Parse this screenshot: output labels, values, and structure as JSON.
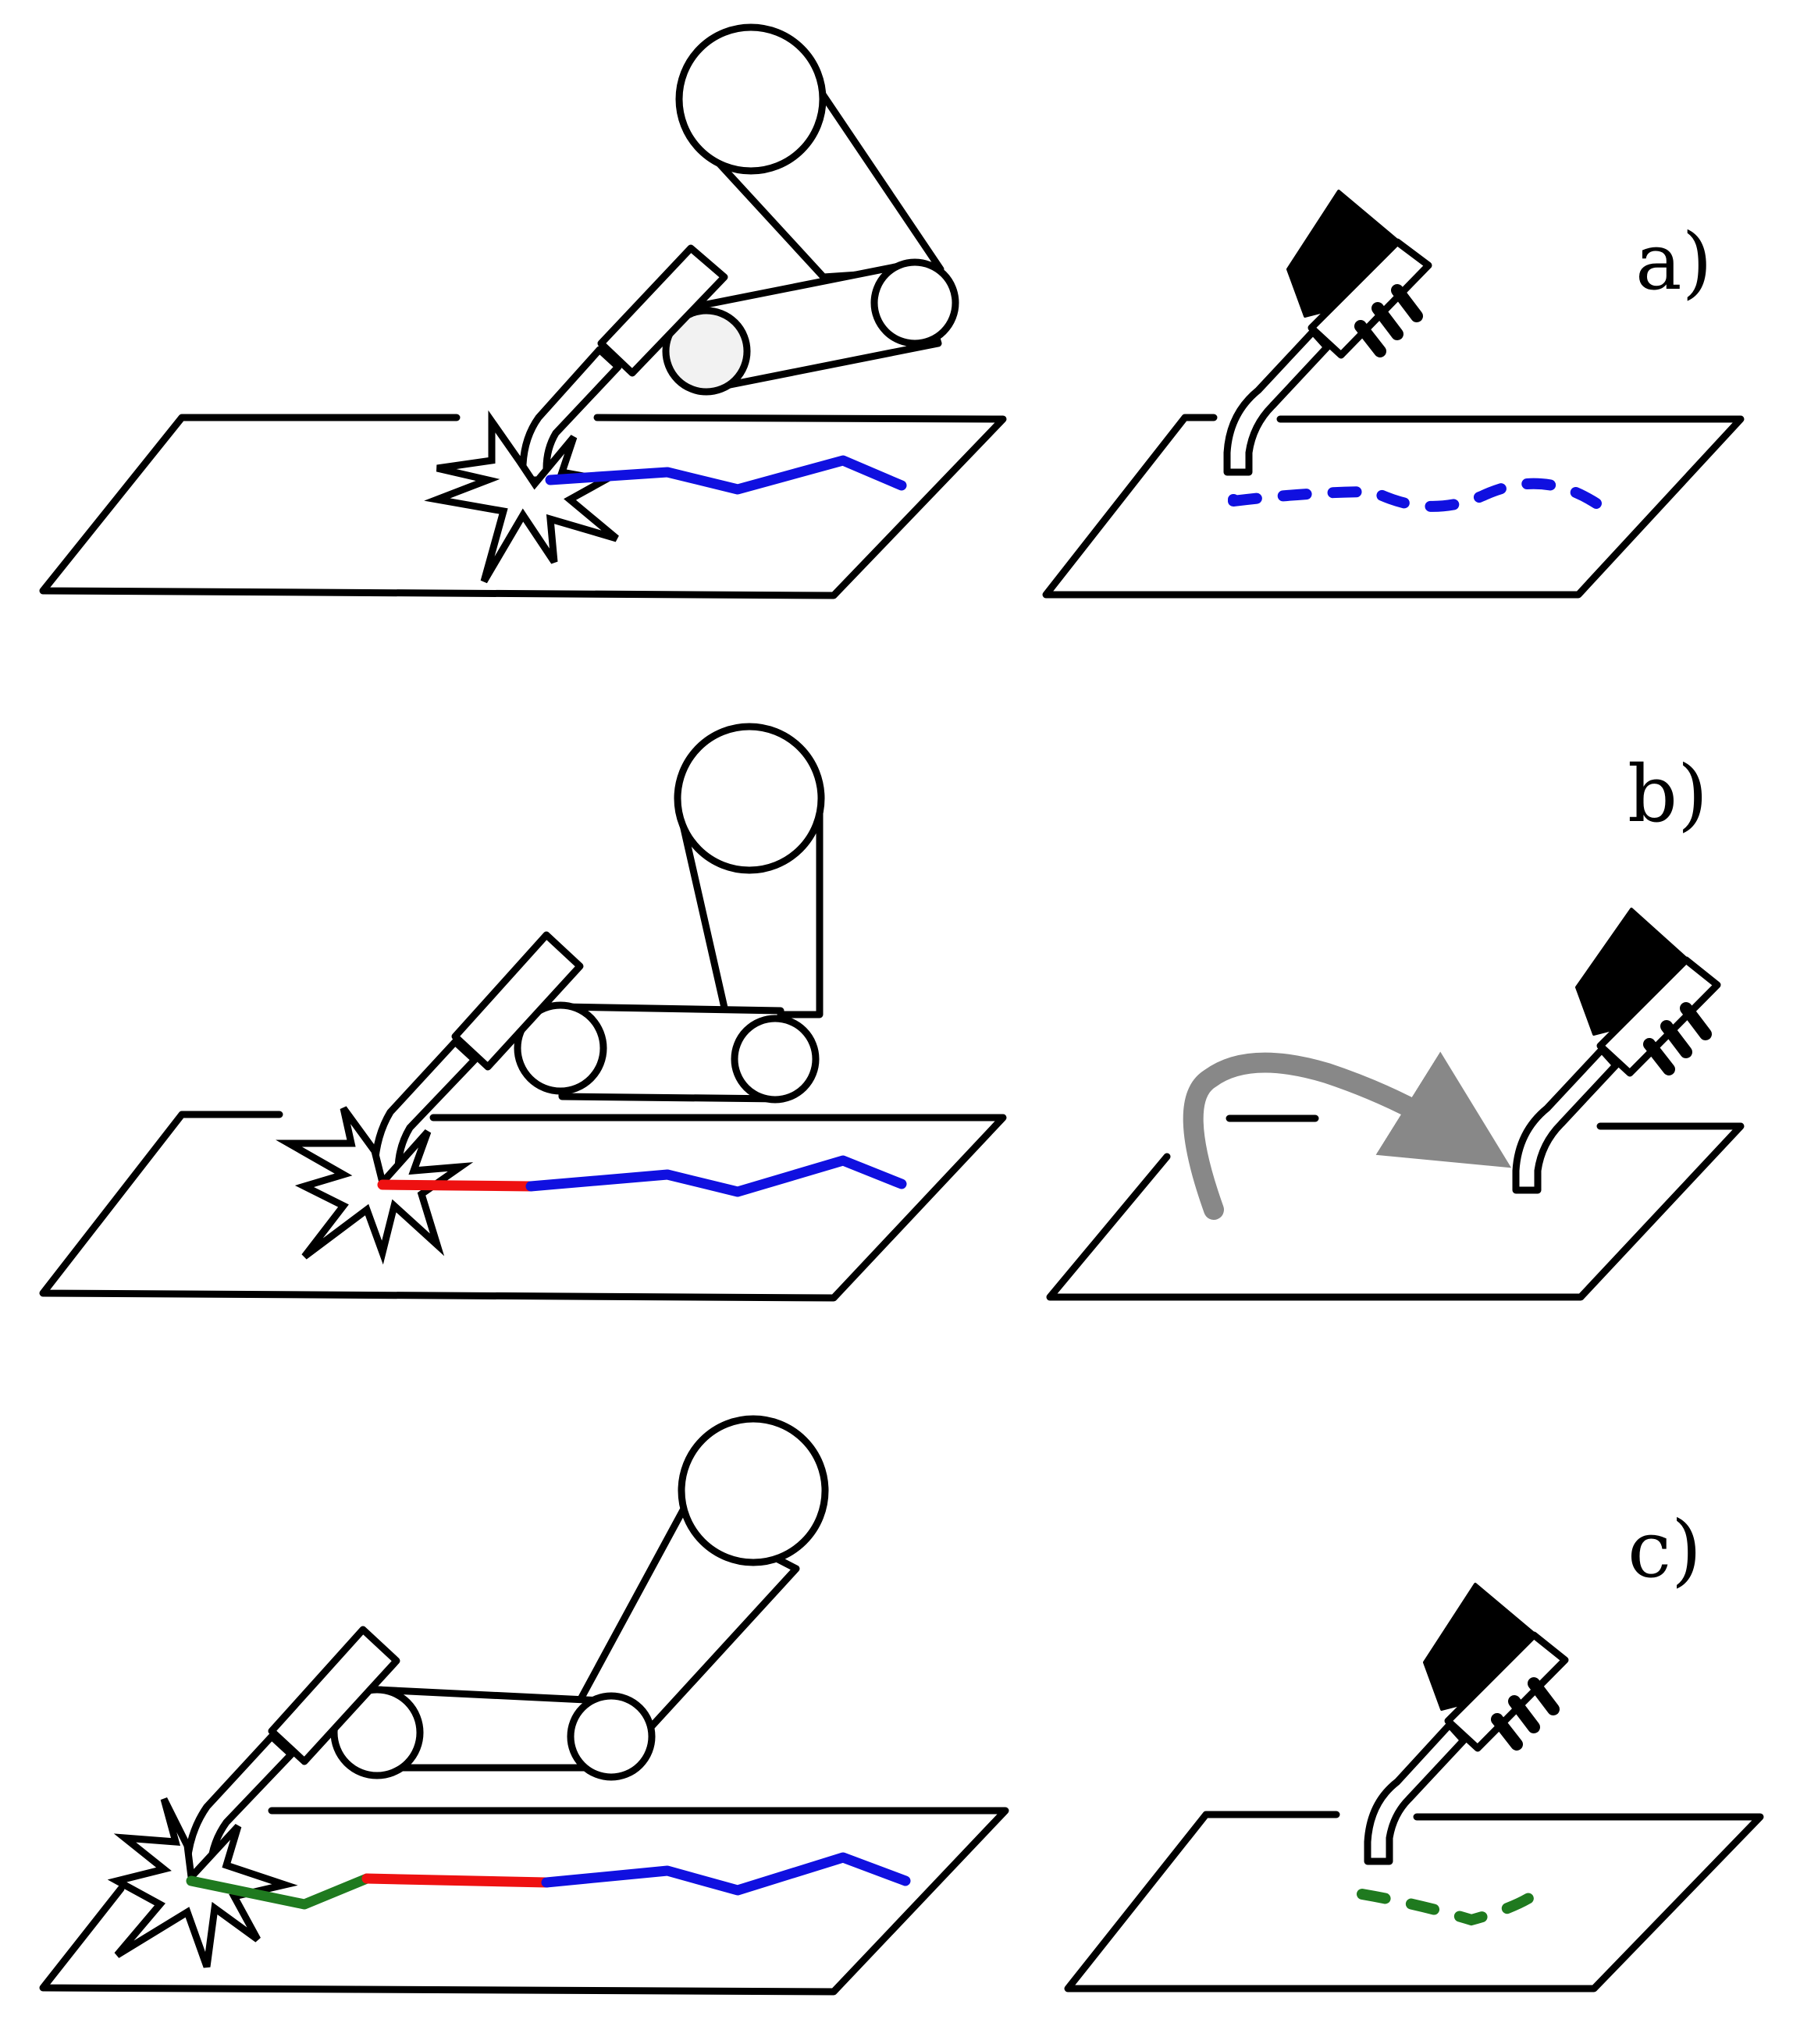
{
  "panels": [
    {
      "label": "a)",
      "colors": {
        "seam_welded": "#1010e0"
      }
    },
    {
      "label": "b)",
      "colors": {
        "seam_new": "#ee1111",
        "seam_welded": "#1010e0",
        "motion": "#888888"
      }
    },
    {
      "label": "c)",
      "colors": {
        "seam_new": "#1f7a1f",
        "seam_mid": "#ee1111",
        "seam_welded": "#1010e0"
      }
    }
  ],
  "icons": [
    "robot-arm-icon",
    "welding-torch-icon",
    "spark-icon",
    "laser-scanner-icon",
    "curved-arrow-icon"
  ]
}
